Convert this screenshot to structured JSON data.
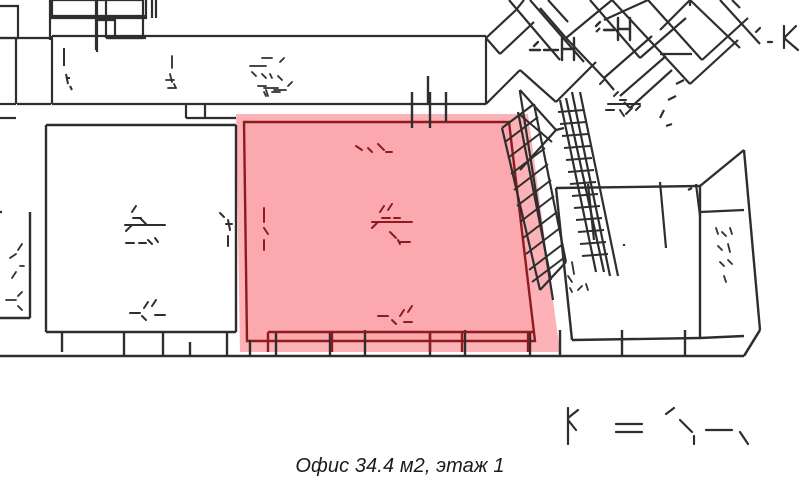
{
  "document": {
    "type": "floor-plan",
    "caption": "Офис 34.4 м2, этаж 1",
    "background_color": "#ffffff"
  },
  "caption": {
    "text": "Офис 34.4 м2, этаж 1",
    "unit_type": "Офис",
    "area_value": "34.4",
    "area_unit": "м2",
    "floor_label": "этаж 1"
  },
  "highlight": {
    "label": "highlighted-office-unit",
    "fill_color": "#fba9ae",
    "fill_opacity": "1",
    "band_color": "#fcb2b6",
    "outline_color": "#8d1b1f",
    "outline_width": "2",
    "polygon_outer": "236,114 528,114 560,352 240,352",
    "polygon_inner": "245,122 505,122 533,340 247,340"
  },
  "colors": {
    "wall_stroke": "#3a3a3a",
    "wall_stroke_dark": "#262626",
    "thin_stroke": "#4a4a4a",
    "highlight_fill": "#fba9ae",
    "highlight_edge": "#8d1b1f",
    "text": "#1b1b1b"
  },
  "annotations": {
    "letter_k": "К",
    "letter_h_left": "H",
    "letter_h_right": "H",
    "illegible_marks_note": "degraded room label fragments"
  },
  "regions": [
    {
      "name": "top-left-corridor",
      "kind": "corridor"
    },
    {
      "name": "upper-left-room",
      "kind": "room"
    },
    {
      "name": "left-large-room",
      "kind": "room"
    },
    {
      "name": "highlighted-office",
      "kind": "office"
    },
    {
      "name": "stair-run-left",
      "kind": "stairs"
    },
    {
      "name": "stair-run-right",
      "kind": "stairs"
    },
    {
      "name": "right-angled-room",
      "kind": "room"
    },
    {
      "name": "top-right-rooms",
      "kind": "room"
    },
    {
      "name": "bottom-facade-wall",
      "kind": "wall"
    }
  ]
}
